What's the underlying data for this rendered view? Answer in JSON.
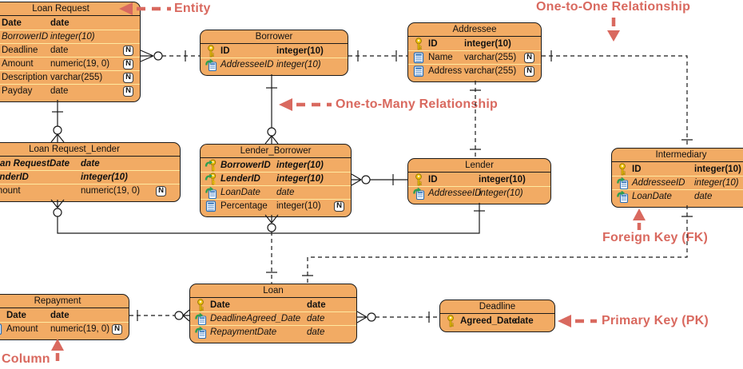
{
  "annotations": {
    "entity": "Entity",
    "one_to_one": "One-to-One Relationship",
    "one_to_many": "One-to-Many Relationship",
    "foreign_key": "Foreign Key (FK)",
    "primary_key": "Primary Key (PK)",
    "column": "Column"
  },
  "nullable_glyph": "N",
  "colors": {
    "table_fill": "#F2AB64",
    "table_border": "#1A1A1A",
    "row_line": "#FFE9A0",
    "annotation": "#D9695F"
  },
  "tables": [
    {
      "title": "Loan Request",
      "rows": [
        {
          "name": "Date",
          "type": "date",
          "key": "pk",
          "nullable": false
        },
        {
          "name": "BorrowerID",
          "type": "integer(10)",
          "key": "fk",
          "nullable": false
        },
        {
          "name": "Deadline",
          "type": "date",
          "key": "col",
          "nullable": true
        },
        {
          "name": "Amount",
          "type": "numeric(19, 0)",
          "key": "col",
          "nullable": true
        },
        {
          "name": "Description",
          "type": "varchar(255)",
          "key": "col",
          "nullable": true
        },
        {
          "name": "Payday",
          "type": "date",
          "key": "col",
          "nullable": true
        }
      ]
    },
    {
      "title": "Borrower",
      "rows": [
        {
          "name": "ID",
          "type": "integer(10)",
          "key": "pk",
          "nullable": false
        },
        {
          "name": "AddresseeID",
          "type": "integer(10)",
          "key": "fk",
          "nullable": false
        }
      ]
    },
    {
      "title": "Addressee",
      "rows": [
        {
          "name": "ID",
          "type": "integer(10)",
          "key": "pk",
          "nullable": false
        },
        {
          "name": "Name",
          "type": "varchar(255)",
          "key": "col",
          "nullable": true
        },
        {
          "name": "Address",
          "type": "varchar(255)",
          "key": "col",
          "nullable": true
        }
      ]
    },
    {
      "title": "Loan Request_Lender",
      "rows": [
        {
          "name": "Loan RequestDate",
          "type": "date",
          "key": "pkfk",
          "nullable": false
        },
        {
          "name": "LenderID",
          "type": "integer(10)",
          "key": "pkfk",
          "nullable": false
        },
        {
          "name": "Amount",
          "type": "numeric(19, 0)",
          "key": "col",
          "nullable": true
        }
      ]
    },
    {
      "title": "Lender_Borrower",
      "rows": [
        {
          "name": "BorrowerID",
          "type": "integer(10)",
          "key": "pkfk",
          "nullable": false
        },
        {
          "name": "LenderID",
          "type": "integer(10)",
          "key": "pkfk",
          "nullable": false
        },
        {
          "name": "LoanDate",
          "type": "date",
          "key": "fk",
          "nullable": false
        },
        {
          "name": "Percentage",
          "type": "integer(10)",
          "key": "col",
          "nullable": true
        }
      ]
    },
    {
      "title": "Lender",
      "rows": [
        {
          "name": "ID",
          "type": "integer(10)",
          "key": "pk",
          "nullable": false
        },
        {
          "name": "AddresseeID",
          "type": "integer(10)",
          "key": "fk",
          "nullable": false
        }
      ]
    },
    {
      "title": "Intermediary",
      "rows": [
        {
          "name": "ID",
          "type": "integer(10)",
          "key": "pk",
          "nullable": false
        },
        {
          "name": "AddresseeID",
          "type": "integer(10)",
          "key": "fk",
          "nullable": false
        },
        {
          "name": "LoanDate",
          "type": "date",
          "key": "fk",
          "nullable": false
        }
      ]
    },
    {
      "title": "Repayment",
      "rows": [
        {
          "name": "Date",
          "type": "date",
          "key": "pk",
          "nullable": false
        },
        {
          "name": "Amount",
          "type": "numeric(19, 0)",
          "key": "col",
          "nullable": true
        }
      ]
    },
    {
      "title": "Loan",
      "rows": [
        {
          "name": "Date",
          "type": "date",
          "key": "pk",
          "nullable": false
        },
        {
          "name": "DeadlineAgreed_Date",
          "type": "date",
          "key": "fk",
          "nullable": false
        },
        {
          "name": "RepaymentDate",
          "type": "date",
          "key": "fk",
          "nullable": false
        }
      ]
    },
    {
      "title": "Deadline",
      "rows": [
        {
          "name": "Agreed_Date",
          "type": "date",
          "key": "pk",
          "nullable": false
        }
      ]
    }
  ]
}
